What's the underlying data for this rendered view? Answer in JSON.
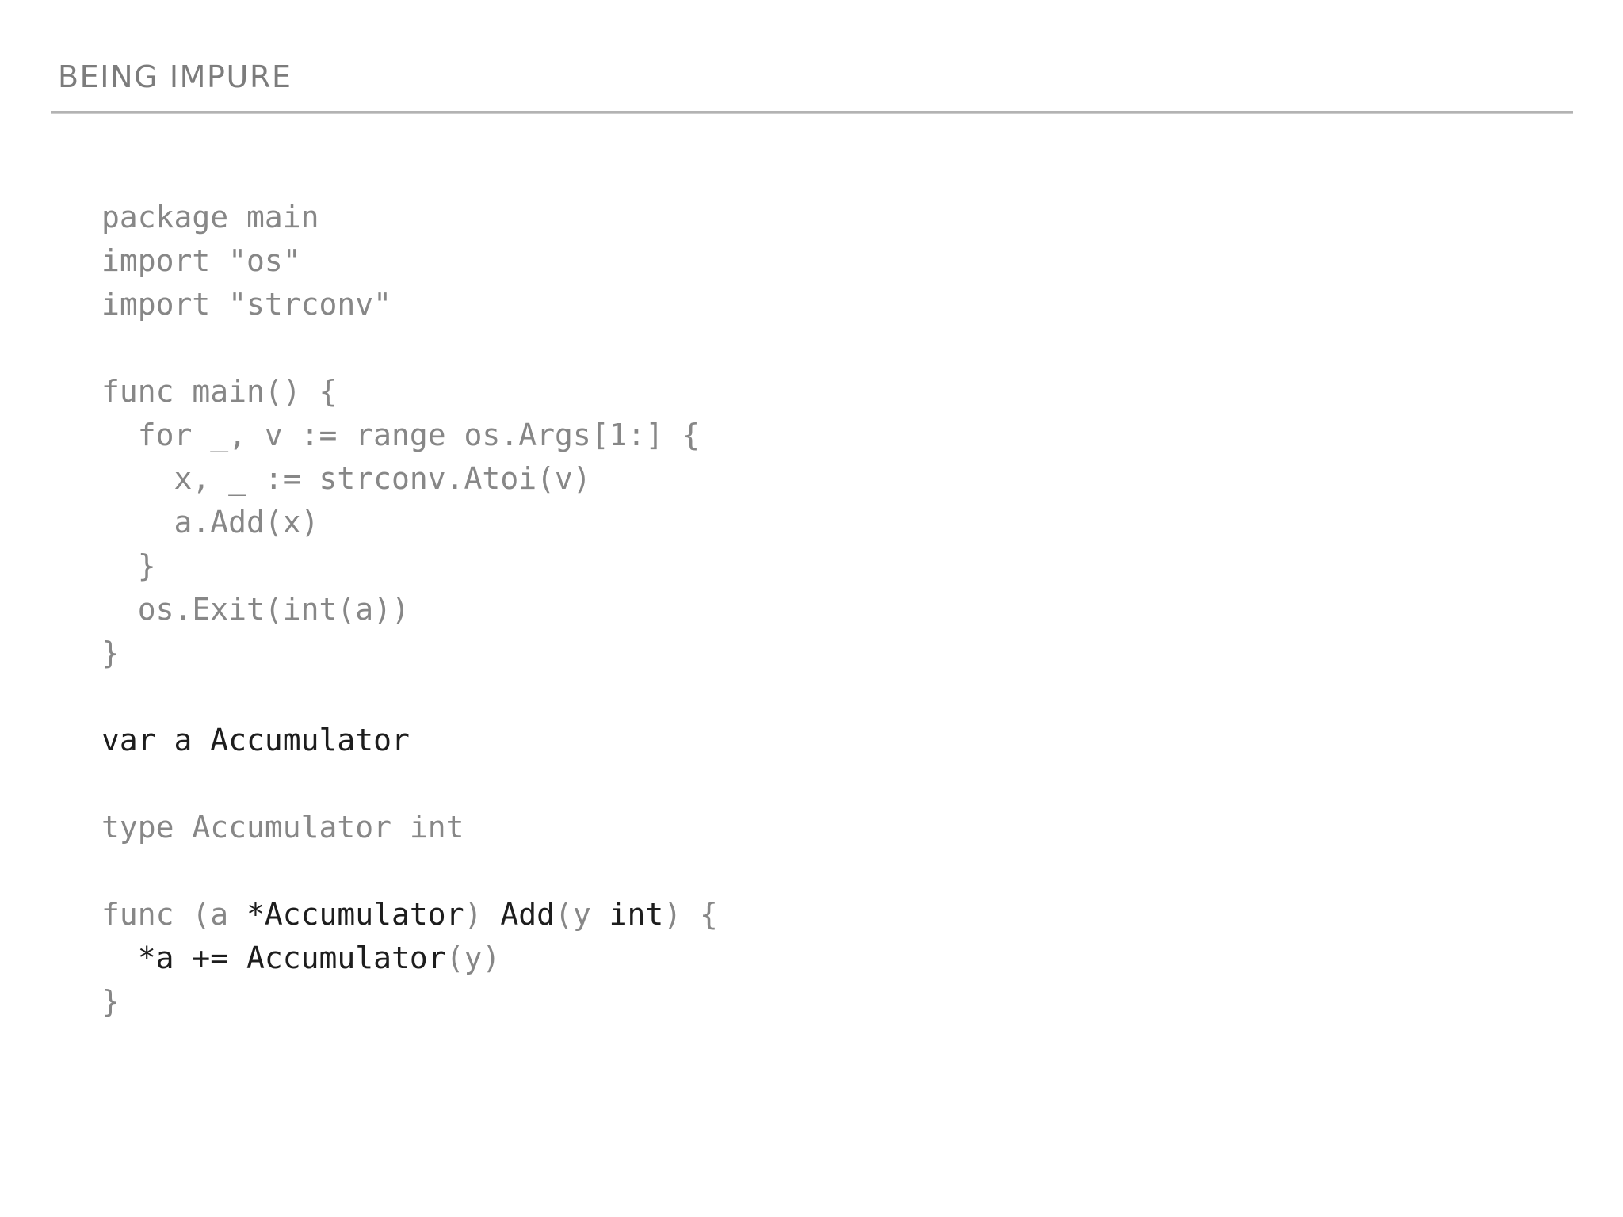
{
  "slide": {
    "title": "BEING IMPURE",
    "background_color": "#ffffff",
    "rule_color": "#b3b3b3",
    "dim_color": "#878787",
    "emphasis_color": "#1d1d1d",
    "language": "go"
  },
  "code": {
    "lines": [
      {
        "id": "l01",
        "segments": [
          {
            "text": "package main",
            "style": "dim"
          }
        ]
      },
      {
        "id": "l02",
        "segments": [
          {
            "text": "import \"os\"",
            "style": "dim"
          }
        ]
      },
      {
        "id": "l03",
        "segments": [
          {
            "text": "import \"strconv\"",
            "style": "dim"
          }
        ]
      },
      {
        "id": "l04",
        "segments": [
          {
            "text": "",
            "style": "dim"
          }
        ]
      },
      {
        "id": "l05",
        "segments": [
          {
            "text": "func main() {",
            "style": "dim"
          }
        ]
      },
      {
        "id": "l06",
        "segments": [
          {
            "text": "  for _, v := range os.Args[1:] {",
            "style": "dim"
          }
        ]
      },
      {
        "id": "l07",
        "segments": [
          {
            "text": "    x, _ := strconv.Atoi(v)",
            "style": "dim"
          }
        ]
      },
      {
        "id": "l08",
        "segments": [
          {
            "text": "    a.Add(x)",
            "style": "dim"
          }
        ]
      },
      {
        "id": "l09",
        "segments": [
          {
            "text": "  }",
            "style": "dim"
          }
        ]
      },
      {
        "id": "l10",
        "segments": [
          {
            "text": "  os.Exit(int(a))",
            "style": "dim"
          }
        ]
      },
      {
        "id": "l11",
        "segments": [
          {
            "text": "}",
            "style": "dim"
          }
        ]
      },
      {
        "id": "l12",
        "segments": [
          {
            "text": "",
            "style": "dim"
          }
        ]
      },
      {
        "id": "l13",
        "segments": [
          {
            "text": "var a Accumulator",
            "style": "em"
          }
        ]
      },
      {
        "id": "l14",
        "segments": [
          {
            "text": "",
            "style": "dim"
          }
        ]
      },
      {
        "id": "l15",
        "segments": [
          {
            "text": "type Accumulator int",
            "style": "dim"
          }
        ]
      },
      {
        "id": "l16",
        "segments": [
          {
            "text": "",
            "style": "dim"
          }
        ]
      },
      {
        "id": "l17",
        "segments": [
          {
            "text": "func (a ",
            "style": "dim"
          },
          {
            "text": "*Accumulator",
            "style": "em"
          },
          {
            "text": ") ",
            "style": "dim"
          },
          {
            "text": "Add",
            "style": "em"
          },
          {
            "text": "(y ",
            "style": "dim"
          },
          {
            "text": "int",
            "style": "em"
          },
          {
            "text": ") {",
            "style": "dim"
          }
        ]
      },
      {
        "id": "l18",
        "segments": [
          {
            "text": "  ",
            "style": "dim"
          },
          {
            "text": "*a += Accumulator",
            "style": "em"
          },
          {
            "text": "(y)",
            "style": "dim"
          }
        ]
      },
      {
        "id": "l19",
        "segments": [
          {
            "text": "}",
            "style": "dim"
          }
        ]
      }
    ]
  }
}
